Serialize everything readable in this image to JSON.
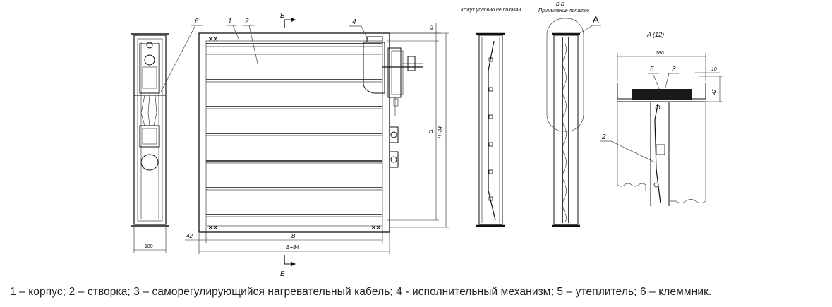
{
  "labels": {
    "callout_1": "1",
    "callout_2": "2",
    "callout_3": "3",
    "callout_4": "4",
    "callout_5": "5",
    "callout_6": "6",
    "section_mark_top": "Б",
    "section_mark_bottom": "Б",
    "view_a_mark": "A",
    "view_a_title": "A (12)",
    "section_title": "Б-Б",
    "section_subtitle": "Примыкание лопаток",
    "side_view_note": "Кожух условно не показан."
  },
  "dimensions": {
    "front_b": "B",
    "front_b84": "B+84",
    "front_h": "H",
    "front_h84": "H+84",
    "front_42_top": "42",
    "front_42_left": "42",
    "side_depth": "180",
    "detail_width": "180",
    "detail_10": "10",
    "detail_42": "42"
  },
  "caption": "1 – корпус; 2 – створка; 3 – саморегулирующийся нагревательный кабель; 4 - исполнительный механизм; 5 – утеплитель; 6 – клеммник."
}
